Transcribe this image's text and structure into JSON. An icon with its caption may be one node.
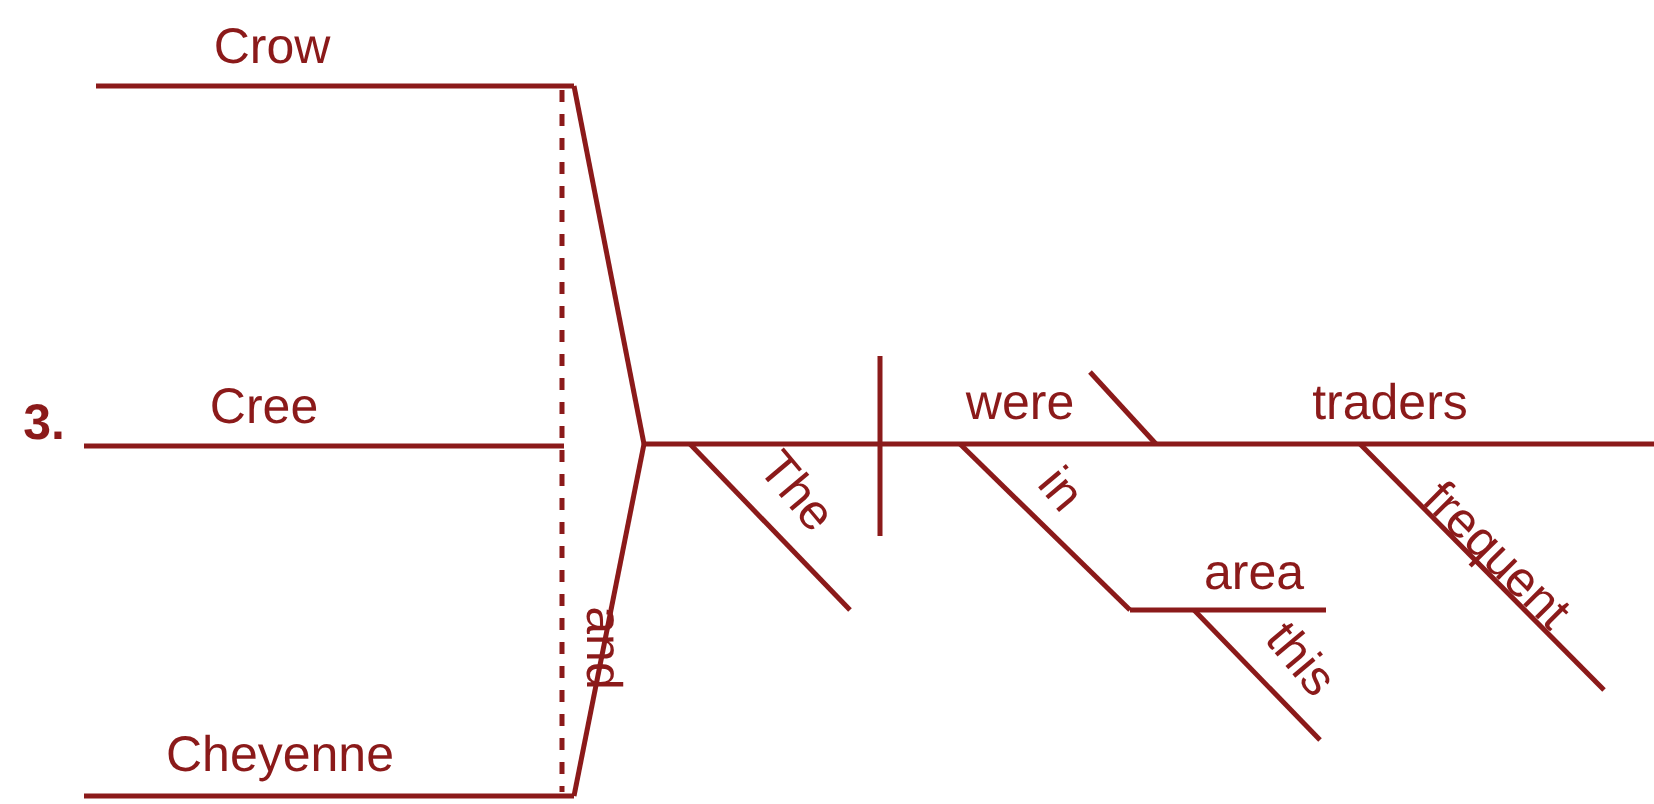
{
  "diagram": {
    "labels": [
      "3.",
      "Crow",
      "Cree",
      "Cheyenne",
      "and",
      "The",
      "were",
      "in",
      "area",
      "this",
      "traders",
      "frequent"
    ]
  }
}
